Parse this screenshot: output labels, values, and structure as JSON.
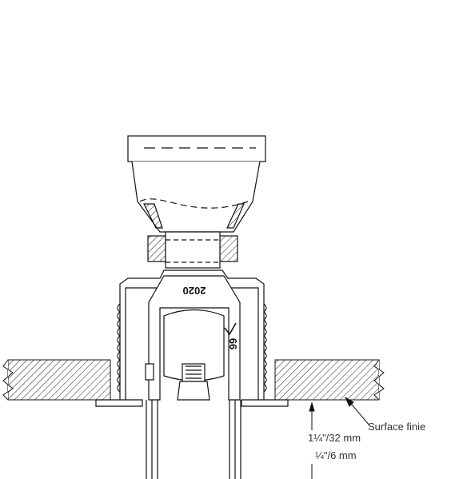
{
  "drawing": {
    "model_number": "2020",
    "body_marking": "66"
  },
  "labels": {
    "surface": "Surface finie",
    "dim_outer": "1¼\"/32 mm",
    "dim_inner": "¼\"/6 mm"
  },
  "colors": {
    "line": "#111111",
    "hatch": "#222222",
    "label": "#333333"
  }
}
